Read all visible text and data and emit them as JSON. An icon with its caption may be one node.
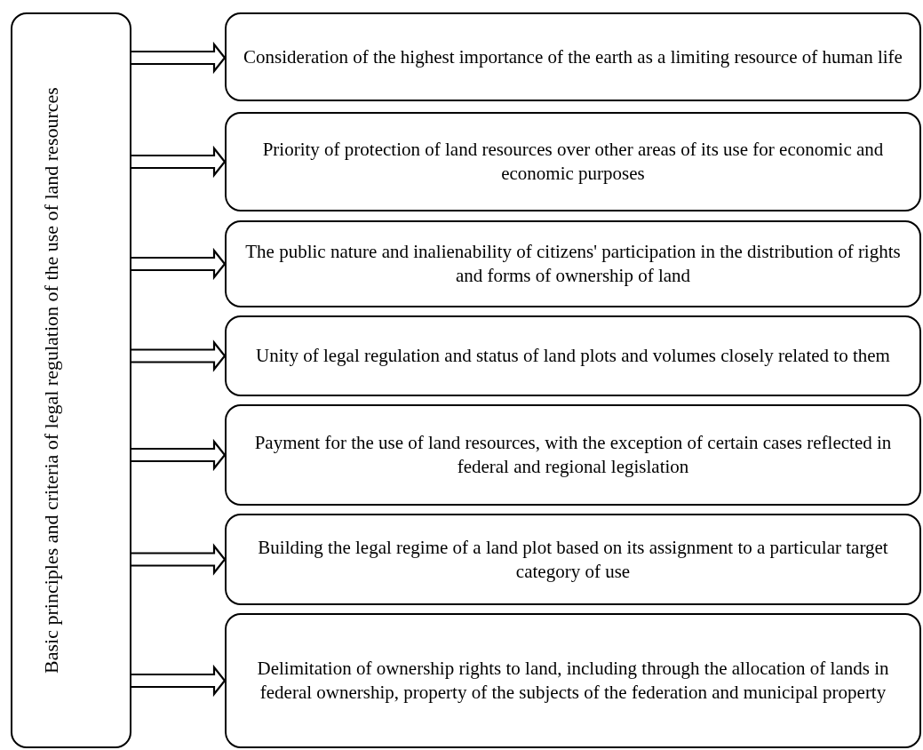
{
  "diagram": {
    "nodes": [
      {
        "text": [
          "Basic principles and criteria of legal regulation of the use of land resources"
        ]
      },
      {
        "text": [
          "Consideration of the highest importance of the earth as a limiting resource of human life"
        ]
      },
      {
        "text": [
          "Priority of protection of land resources over other areas of its use for economic and economic purposes"
        ]
      },
      {
        "text": [
          "The public nature and inalienability of citizens' participation in the distribution of rights and forms of ownership of land"
        ]
      },
      {
        "text": [
          "Unity of legal regulation and status of land plots and volumes closely related to them"
        ]
      },
      {
        "text": [
          "Payment for the use of land resources, with the exception of certain cases reflected in federal and regional legislation"
        ]
      },
      {
        "text": [
          "Building the legal regime of a land plot based on its assignment to a particular target category of use"
        ]
      },
      {
        "text": [
          "Delimitation of ownership rights to land, including through the allocation of lands in federal ownership, property of the subjects of the federation and municipal property"
        ]
      }
    ],
    "edges": [
      {
        "from": 0,
        "to": 1,
        "arrow": "to"
      },
      {
        "from": 0,
        "to": 2,
        "arrow": "to"
      },
      {
        "from": 0,
        "to": 3,
        "arrow": "to"
      },
      {
        "from": 0,
        "to": 4,
        "arrow": "to"
      },
      {
        "from": 0,
        "to": 5,
        "arrow": "to"
      },
      {
        "from": 0,
        "to": 6,
        "arrow": "to"
      },
      {
        "from": 0,
        "to": 7,
        "arrow": "to"
      }
    ]
  }
}
